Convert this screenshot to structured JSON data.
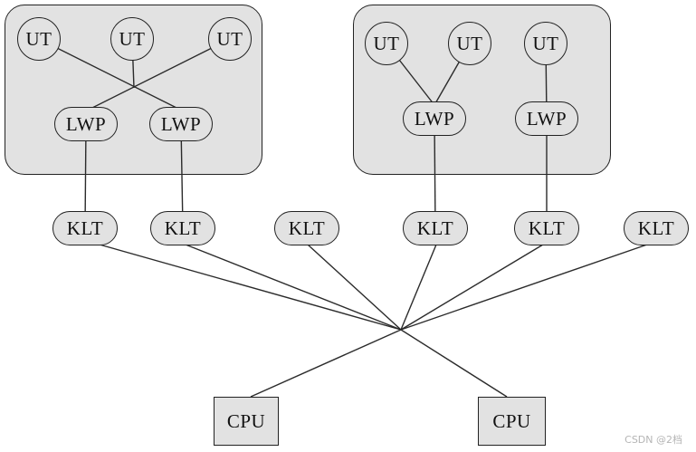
{
  "labels": {
    "user_thread": "UT",
    "lightweight_process": "LWP",
    "kernel_thread": "KLT",
    "cpu": "CPU"
  },
  "processes": [
    {
      "user_threads": [
        "UT",
        "UT",
        "UT"
      ],
      "lwps": [
        "LWP",
        "LWP"
      ]
    },
    {
      "user_threads": [
        "UT",
        "UT",
        "UT"
      ],
      "lwps": [
        "LWP",
        "LWP"
      ]
    }
  ],
  "kernel_threads": [
    "KLT",
    "KLT",
    "KLT",
    "KLT",
    "KLT",
    "KLT"
  ],
  "cpus": [
    "CPU",
    "CPU"
  ],
  "edges": [
    "process1.UT1 - process1.LWP2",
    "process1.UT2 - crossing-point",
    "process1.UT3 - process1.LWP1",
    "process2.UT1 - process2.LWP1",
    "process2.UT2 - process2.LWP1",
    "process2.UT3 - process2.LWP2",
    "process1.LWP1 - KLT1",
    "process1.LWP2 - KLT2",
    "process2.LWP1 - KLT4",
    "process2.LWP2 - KLT5",
    "KLT1 - hub",
    "KLT2 - hub",
    "KLT3 - hub",
    "KLT4 - hub",
    "KLT5 - hub",
    "KLT6 - hub",
    "hub - CPU1",
    "hub - CPU2"
  ],
  "watermark": "CSDN @2档",
  "colors": {
    "background": "#ffffff",
    "box_fill": "#e2e2e2",
    "box_border": "#222222",
    "node_fill": "#e2e2e2",
    "node_border": "#222222",
    "line": "#2b2b2b",
    "text": "#111111",
    "watermark": "#b5b5b5"
  }
}
